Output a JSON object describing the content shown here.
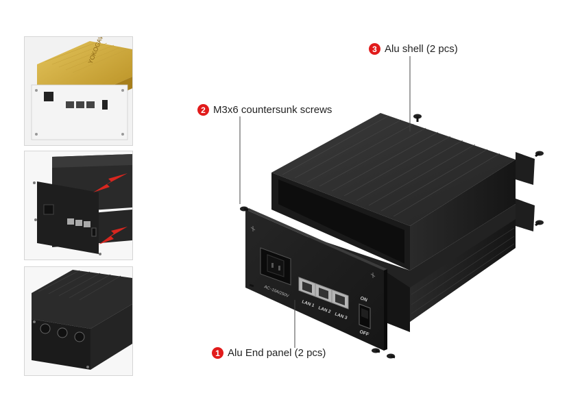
{
  "callouts": [
    {
      "number": "3",
      "label": "Alu shell (2 pcs)"
    },
    {
      "number": "2",
      "label": "M3x6 countersunk screws"
    },
    {
      "number": "1",
      "label": "Alu End panel (2 pcs)"
    }
  ],
  "panel_labels": {
    "power_rating": "AC~10A/250V",
    "lan1": "LAN 1",
    "lan2": "LAN 2",
    "lan3": "LAN 3",
    "switch_on": "ON",
    "switch_off": "OFF"
  },
  "thumbnails": {
    "gold_brand": "YOKOGAWA"
  },
  "colors": {
    "badge_red": "#e11b1b",
    "enclosure_black": "#1e1e1e",
    "gold_shell": "#c9a43a",
    "arrow_red": "#d7261f"
  },
  "icons": [
    "screw-icon",
    "rj45-port-icon",
    "power-inlet-icon",
    "rocker-switch-icon",
    "xlr-connector-icon"
  ]
}
